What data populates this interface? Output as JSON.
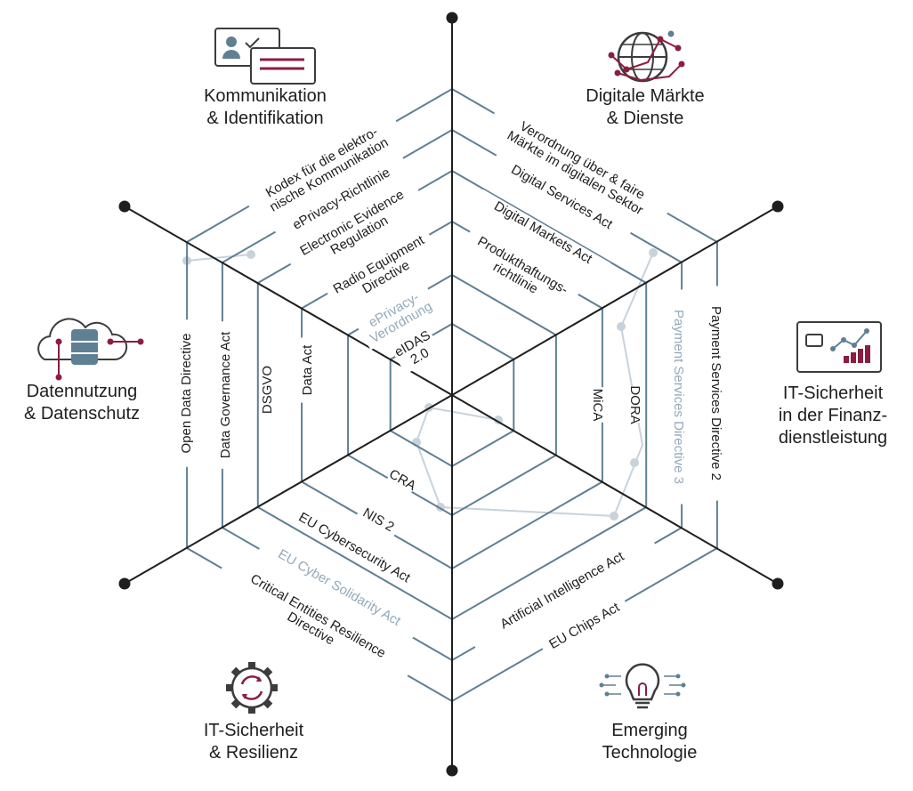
{
  "colors": {
    "ring": "#5f7f93",
    "axis": "#1e1e1e",
    "text": "#1e1e1e",
    "faded_text": "#94a9bb",
    "faded_line": "#c8d2da",
    "accent": "#8b1e3f",
    "icon_blue": "#5f7f93"
  },
  "categories": [
    {
      "name": "kommunikation-identifikation",
      "icon": "id-card-icon",
      "lines": [
        "Kommunikation",
        "& Identifikation"
      ]
    },
    {
      "name": "digitale-maerkte-dienste",
      "icon": "globe-network-icon",
      "lines": [
        "Digitale Märkte",
        "& Dienste"
      ]
    },
    {
      "name": "it-sicherheit-finanz",
      "icon": "card-chart-icon",
      "lines": [
        "IT-Sicherheit",
        "in der Finanz-",
        "dienstleistung"
      ]
    },
    {
      "name": "emerging-technologie",
      "icon": "lightbulb-circuit-icon",
      "lines": [
        "Emerging",
        "Technologie"
      ]
    },
    {
      "name": "it-sicherheit-resilienz",
      "icon": "gear-refresh-icon",
      "lines": [
        "IT-Sicherheit",
        "& Resilienz"
      ]
    },
    {
      "name": "datennutzung-datenschutz",
      "icon": "database-cloud-icon",
      "lines": [
        "Datennutzung",
        "& Datenschutz"
      ]
    }
  ],
  "laws": {
    "top_left": [
      {
        "lines": [
          "eIDAS",
          "2.0"
        ],
        "faded": false
      },
      {
        "lines": [
          "ePrivacy-",
          "Verordnung"
        ],
        "faded": true
      },
      {
        "lines": [
          "Radio Equipment",
          "Directive"
        ],
        "faded": false
      },
      {
        "lines": [
          "Electronic Evidence",
          "Regulation"
        ],
        "faded": false
      },
      {
        "lines": [
          "ePrivacy-Richtlinie"
        ],
        "faded": false
      },
      {
        "lines": [
          "Kodex für die elektro-",
          "nische Kommunikation"
        ],
        "faded": false
      }
    ],
    "top_right": [
      {
        "lines": [
          "Produkthaftungs-",
          "richtlinie"
        ],
        "faded": false
      },
      {
        "lines": [
          "Digital Markets Act"
        ],
        "faded": false
      },
      {
        "lines": [
          "Digital Services Act"
        ],
        "faded": false
      },
      {
        "lines": [
          "Verordnung über & faire",
          "Märkte im digitalen Sektor"
        ],
        "faded": false
      }
    ],
    "right": [
      {
        "lines": [
          "MiCA"
        ],
        "faded": false
      },
      {
        "lines": [
          "DORA"
        ],
        "faded": false
      },
      {
        "lines": [
          "Payment Services Directive 3"
        ],
        "faded": true
      },
      {
        "lines": [
          "Payment Services Directive 2"
        ],
        "faded": false
      }
    ],
    "bottom_right": [
      {
        "lines": [
          "Artificial Intelligence Act"
        ],
        "faded": false
      },
      {
        "lines": [
          "EU Chips Act"
        ],
        "faded": false
      }
    ],
    "bottom_left": [
      {
        "lines": [
          "CRA"
        ],
        "faded": false
      },
      {
        "lines": [
          "NIS 2"
        ],
        "faded": false
      },
      {
        "lines": [
          "EU Cybersecurity Act"
        ],
        "faded": false
      },
      {
        "lines": [
          "EU Cyber Solidarity Act"
        ],
        "faded": true
      },
      {
        "lines": [
          "Critical Entities Resilience",
          "Directive"
        ],
        "faded": false
      }
    ],
    "left": [
      {
        "lines": [
          "Data Act"
        ],
        "faded": false
      },
      {
        "lines": [
          "DSGVO"
        ],
        "faded": false
      },
      {
        "lines": [
          "Data Governance Act"
        ],
        "faded": false
      },
      {
        "lines": [
          "Open Data Directive"
        ],
        "faded": false
      }
    ]
  }
}
